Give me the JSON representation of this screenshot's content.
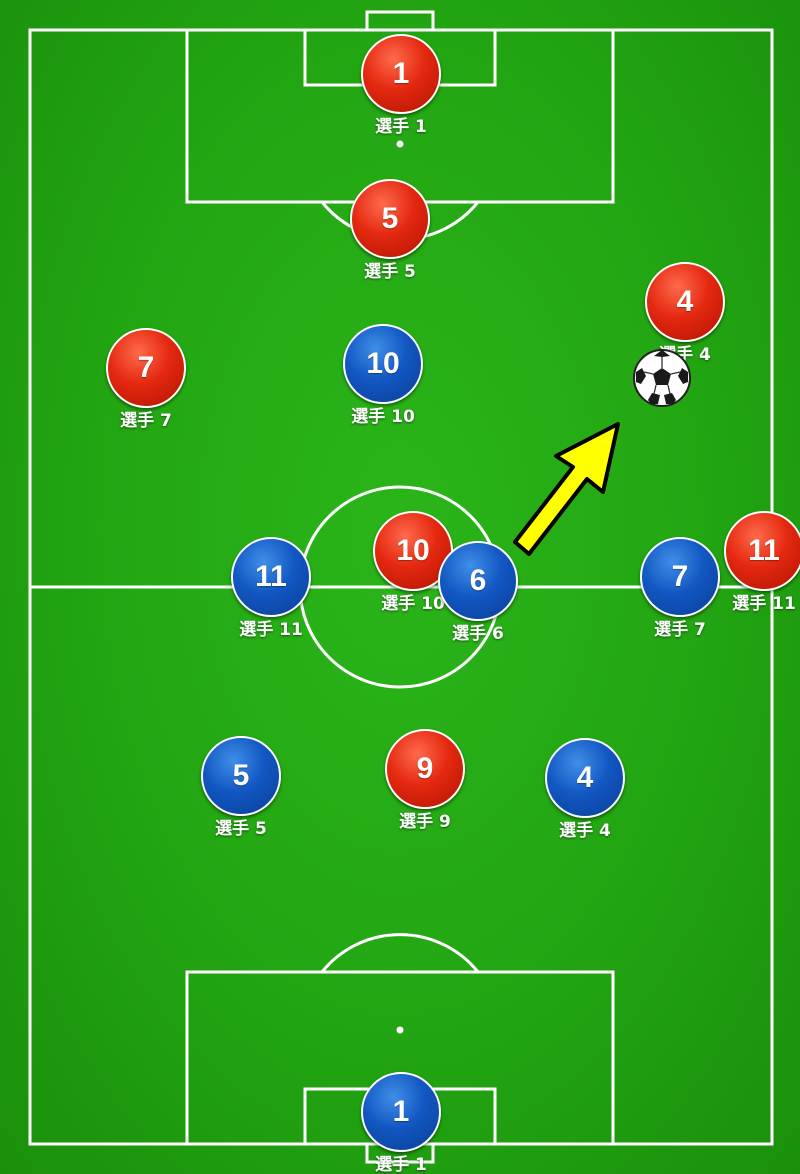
{
  "players": [
    {
      "team": "red",
      "number": "1",
      "label": "選手 1"
    },
    {
      "team": "red",
      "number": "5",
      "label": "選手 5"
    },
    {
      "team": "red",
      "number": "4",
      "label": "選手 4"
    },
    {
      "team": "red",
      "number": "7",
      "label": "選手 7"
    },
    {
      "team": "blue",
      "number": "10",
      "label": "選手 10"
    },
    {
      "team": "red",
      "number": "10",
      "label": "選手 10"
    },
    {
      "team": "blue",
      "number": "11",
      "label": "選手 11"
    },
    {
      "team": "blue",
      "number": "6",
      "label": "選手 6"
    },
    {
      "team": "blue",
      "number": "7",
      "label": "選手 7"
    },
    {
      "team": "red",
      "number": "11",
      "label": "選手 11"
    },
    {
      "team": "blue",
      "number": "5",
      "label": "選手 5"
    },
    {
      "team": "red",
      "number": "9",
      "label": "選手 9"
    },
    {
      "team": "blue",
      "number": "4",
      "label": "選手 4"
    },
    {
      "team": "blue",
      "number": "1",
      "label": "選手 1"
    }
  ],
  "colors": {
    "pitch": "#22a512",
    "red_team": "#e42810",
    "blue_team": "#1257c2",
    "arrow": "#ffff00"
  },
  "icons": {
    "ball": "soccer-ball-icon",
    "arrow": "pass-arrow-icon"
  }
}
